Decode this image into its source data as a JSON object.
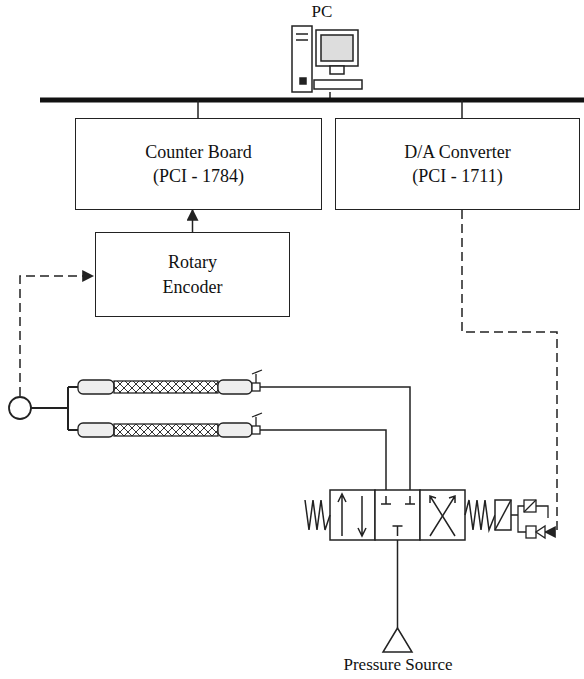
{
  "diagram": {
    "nodes": [
      {
        "text": [
          "Counter Board",
          "(PCI - 1784)"
        ]
      },
      {
        "text": [
          "D/A Converter",
          "(PCI - 1711)"
        ]
      },
      {
        "text": [
          "Rotary",
          "Encoder"
        ]
      }
    ],
    "edges": [
      {
        "from": 2,
        "to": 0,
        "arrow": "to"
      }
    ],
    "labels": [
      "PC",
      "Pressure Source"
    ]
  }
}
